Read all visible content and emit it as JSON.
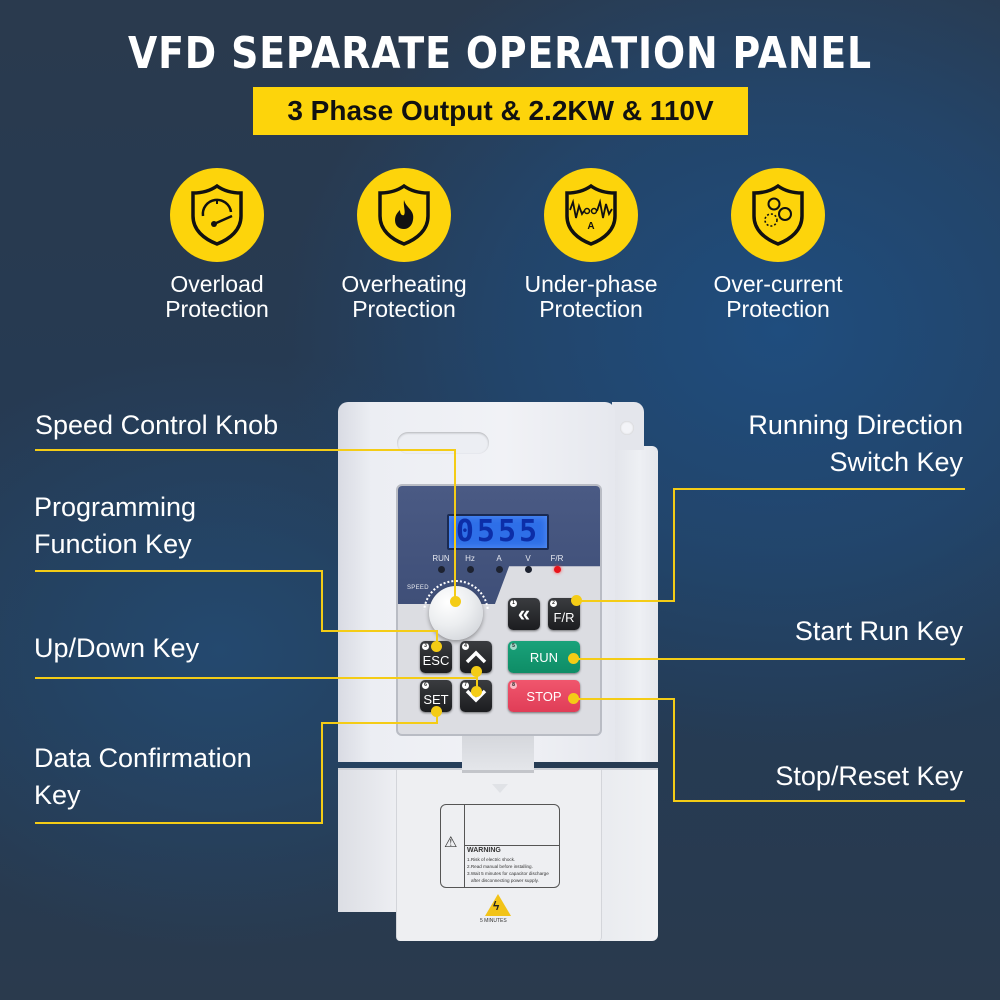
{
  "header": {
    "title": "VFD SEPARATE OPERATION PANEL",
    "subtitle": "3 Phase Output & 2.2KW & 110V"
  },
  "colors": {
    "accent_yellow": "#fdd40b",
    "callout_line": "#f4cc16",
    "background_dark": "#2a3a4e",
    "background_blue": "#1f4d7e",
    "run_key": "#129a70",
    "stop_key": "#e8485f",
    "lcd": "#2e6fe8"
  },
  "features": [
    {
      "icon": "shield-gauge-icon",
      "line1": "Overload",
      "line2": "Protection"
    },
    {
      "icon": "shield-flame-icon",
      "line1": "Overheating",
      "line2": "Protection"
    },
    {
      "icon": "shield-waveform-icon",
      "line1": "Under-phase",
      "line2": "Protection"
    },
    {
      "icon": "shield-circles-icon",
      "line1": "Over-current",
      "line2": "Protection"
    }
  ],
  "callouts": {
    "speed_knob": "Speed Control Knob",
    "programming_1": "Programming",
    "programming_2": "Function Key",
    "updown": "Up/Down Key",
    "data_confirm_1": "Data Confirmation",
    "data_confirm_2": "Key",
    "direction_1": "Running Direction",
    "direction_2": "Switch Key",
    "start_run": "Start Run Key",
    "stop_reset": "Stop/Reset Key"
  },
  "panel": {
    "lcd_value": "0555",
    "indicators": [
      {
        "label": "RUN",
        "lit": false
      },
      {
        "label": "Hz",
        "lit": false
      },
      {
        "label": "A",
        "lit": false
      },
      {
        "label": "V",
        "lit": false
      },
      {
        "label": "F/R",
        "lit": true
      }
    ],
    "speed_label": "SPEED",
    "keys": {
      "shift": {
        "num": "1",
        "label": "«"
      },
      "fr": {
        "num": "2",
        "label": "F/R"
      },
      "esc": {
        "num": "3",
        "label": "ESC"
      },
      "up": {
        "num": "4",
        "label": "︿"
      },
      "run": {
        "num": "5",
        "label": "RUN"
      },
      "set": {
        "num": "6",
        "label": "SET"
      },
      "down": {
        "num": "7",
        "label": "﹀"
      },
      "stop": {
        "num": "8",
        "label": "STOP"
      }
    }
  },
  "warning_label": {
    "title": "WARNING",
    "lines": [
      "1.Risk of electric shock.",
      "2.Read manual before installing.",
      "3.Wait 5 minutes for capacitor discharge",
      "after disconnecting power supply."
    ],
    "hv_caption": "5 MINUTES"
  }
}
